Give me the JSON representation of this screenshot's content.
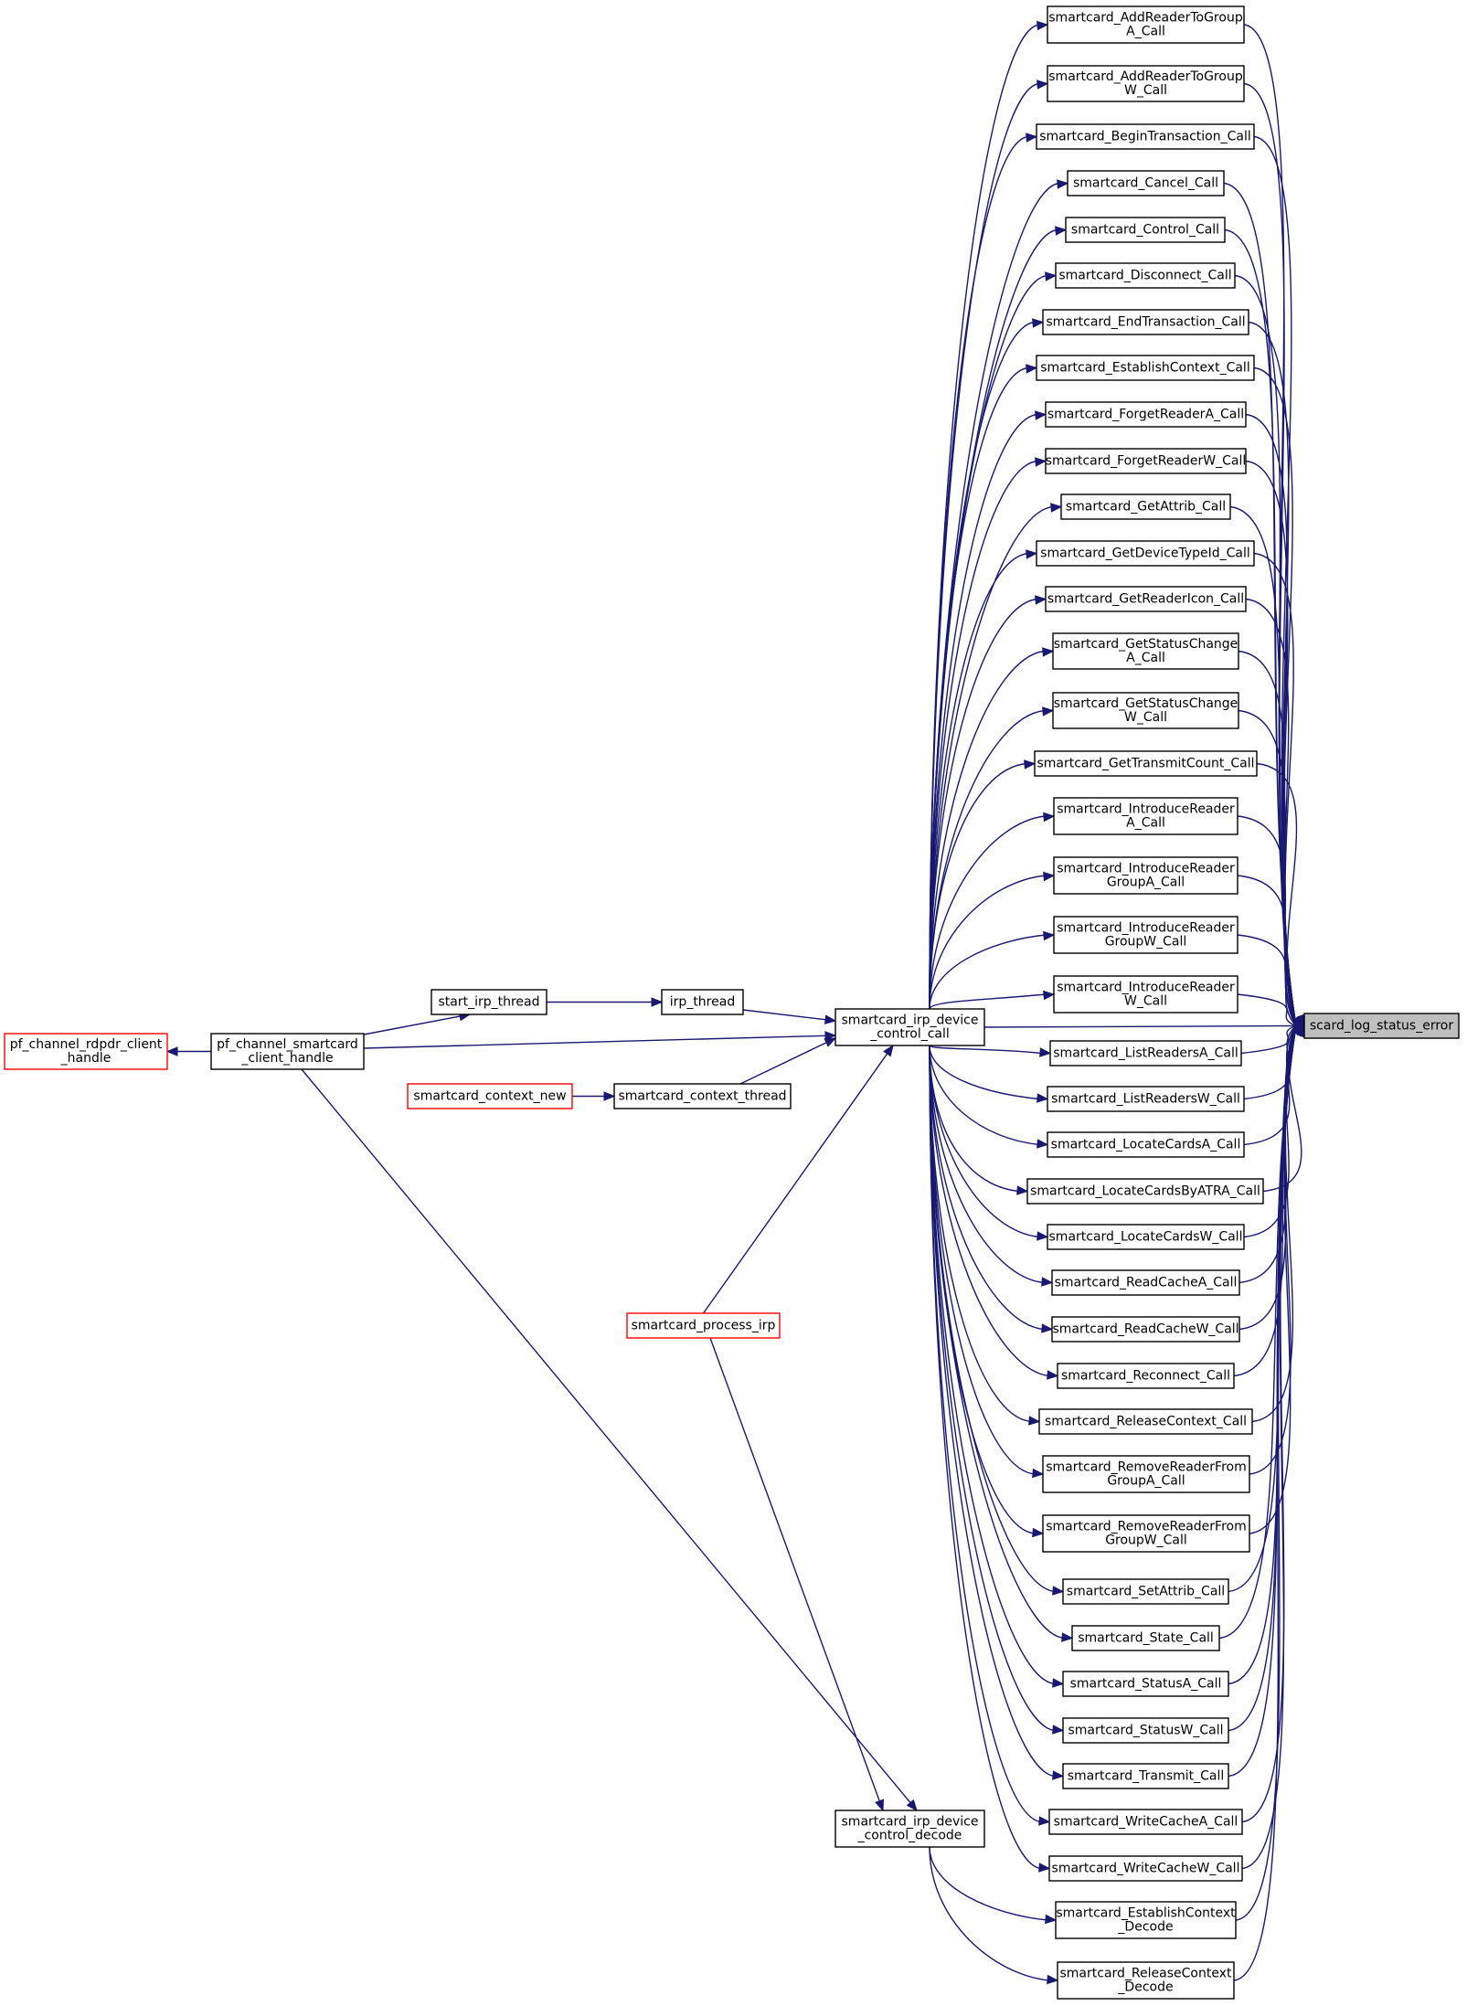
{
  "colors": {
    "edge": "#191970",
    "node_border": "#000000",
    "truncated_border": "#ff0000",
    "target_fill": "#bfbfbf",
    "background": "#ffffff"
  },
  "nodes": [
    {
      "id": "target",
      "lines": [
        "scard_log_status_error"
      ],
      "kind": "target"
    },
    {
      "id": "add_a",
      "lines": [
        "smartcard_AddReaderToGroup",
        "A_Call"
      ],
      "kind": "normal"
    },
    {
      "id": "add_w",
      "lines": [
        "smartcard_AddReaderToGroup",
        "W_Call"
      ],
      "kind": "normal"
    },
    {
      "id": "begin",
      "lines": [
        "smartcard_BeginTransaction_Call"
      ],
      "kind": "normal"
    },
    {
      "id": "cancel",
      "lines": [
        "smartcard_Cancel_Call"
      ],
      "kind": "normal"
    },
    {
      "id": "control",
      "lines": [
        "smartcard_Control_Call"
      ],
      "kind": "normal"
    },
    {
      "id": "disconnect",
      "lines": [
        "smartcard_Disconnect_Call"
      ],
      "kind": "normal"
    },
    {
      "id": "end",
      "lines": [
        "smartcard_EndTransaction_Call"
      ],
      "kind": "normal"
    },
    {
      "id": "establish",
      "lines": [
        "smartcard_EstablishContext_Call"
      ],
      "kind": "normal"
    },
    {
      "id": "forget_a",
      "lines": [
        "smartcard_ForgetReaderA_Call"
      ],
      "kind": "normal"
    },
    {
      "id": "forget_w",
      "lines": [
        "smartcard_ForgetReaderW_Call"
      ],
      "kind": "normal"
    },
    {
      "id": "getattrib",
      "lines": [
        "smartcard_GetAttrib_Call"
      ],
      "kind": "normal"
    },
    {
      "id": "devtype",
      "lines": [
        "smartcard_GetDeviceTypeId_Call"
      ],
      "kind": "normal"
    },
    {
      "id": "readericon",
      "lines": [
        "smartcard_GetReaderIcon_Call"
      ],
      "kind": "normal"
    },
    {
      "id": "gsc_a",
      "lines": [
        "smartcard_GetStatusChange",
        "A_Call"
      ],
      "kind": "normal"
    },
    {
      "id": "gsc_w",
      "lines": [
        "smartcard_GetStatusChange",
        "W_Call"
      ],
      "kind": "normal"
    },
    {
      "id": "transcount",
      "lines": [
        "smartcard_GetTransmitCount_Call"
      ],
      "kind": "normal"
    },
    {
      "id": "intro_a",
      "lines": [
        "smartcard_IntroduceReader",
        "A_Call"
      ],
      "kind": "normal"
    },
    {
      "id": "intro_ga",
      "lines": [
        "smartcard_IntroduceReader",
        "GroupA_Call"
      ],
      "kind": "normal"
    },
    {
      "id": "intro_gw",
      "lines": [
        "smartcard_IntroduceReader",
        "GroupW_Call"
      ],
      "kind": "normal"
    },
    {
      "id": "intro_w",
      "lines": [
        "smartcard_IntroduceReader",
        "W_Call"
      ],
      "kind": "normal"
    },
    {
      "id": "list_a",
      "lines": [
        "smartcard_ListReadersA_Call"
      ],
      "kind": "normal"
    },
    {
      "id": "list_w",
      "lines": [
        "smartcard_ListReadersW_Call"
      ],
      "kind": "normal"
    },
    {
      "id": "locate_a",
      "lines": [
        "smartcard_LocateCardsA_Call"
      ],
      "kind": "normal"
    },
    {
      "id": "locate_atr",
      "lines": [
        "smartcard_LocateCardsByATRA_Call"
      ],
      "kind": "normal"
    },
    {
      "id": "locate_w",
      "lines": [
        "smartcard_LocateCardsW_Call"
      ],
      "kind": "normal"
    },
    {
      "id": "readcache_a",
      "lines": [
        "smartcard_ReadCacheA_Call"
      ],
      "kind": "normal"
    },
    {
      "id": "readcache_w",
      "lines": [
        "smartcard_ReadCacheW_Call"
      ],
      "kind": "normal"
    },
    {
      "id": "reconnect",
      "lines": [
        "smartcard_Reconnect_Call"
      ],
      "kind": "normal"
    },
    {
      "id": "release",
      "lines": [
        "smartcard_ReleaseContext_Call"
      ],
      "kind": "normal"
    },
    {
      "id": "remove_a",
      "lines": [
        "smartcard_RemoveReaderFrom",
        "GroupA_Call"
      ],
      "kind": "normal"
    },
    {
      "id": "remove_w",
      "lines": [
        "smartcard_RemoveReaderFrom",
        "GroupW_Call"
      ],
      "kind": "normal"
    },
    {
      "id": "setattrib",
      "lines": [
        "smartcard_SetAttrib_Call"
      ],
      "kind": "normal"
    },
    {
      "id": "state",
      "lines": [
        "smartcard_State_Call"
      ],
      "kind": "normal"
    },
    {
      "id": "status_a",
      "lines": [
        "smartcard_StatusA_Call"
      ],
      "kind": "normal"
    },
    {
      "id": "status_w",
      "lines": [
        "smartcard_StatusW_Call"
      ],
      "kind": "normal"
    },
    {
      "id": "transmit",
      "lines": [
        "smartcard_Transmit_Call"
      ],
      "kind": "normal"
    },
    {
      "id": "writecache_a",
      "lines": [
        "smartcard_WriteCacheA_Call"
      ],
      "kind": "normal"
    },
    {
      "id": "writecache_w",
      "lines": [
        "smartcard_WriteCacheW_Call"
      ],
      "kind": "normal"
    },
    {
      "id": "estab_decode",
      "lines": [
        "smartcard_EstablishContext",
        "_Decode"
      ],
      "kind": "normal"
    },
    {
      "id": "release_decode",
      "lines": [
        "smartcard_ReleaseContext",
        "_Decode"
      ],
      "kind": "normal"
    },
    {
      "id": "irp_call",
      "lines": [
        "smartcard_irp_device",
        "_control_call"
      ],
      "kind": "normal"
    },
    {
      "id": "irp_decode",
      "lines": [
        "smartcard_irp_device",
        "_control_decode"
      ],
      "kind": "normal"
    },
    {
      "id": "irp_thread",
      "lines": [
        "irp_thread"
      ],
      "kind": "normal"
    },
    {
      "id": "start_irp",
      "lines": [
        "start_irp_thread"
      ],
      "kind": "normal"
    },
    {
      "id": "ctx_thread",
      "lines": [
        "smartcard_context_thread"
      ],
      "kind": "normal"
    },
    {
      "id": "ctx_new",
      "lines": [
        "smartcard_context_new"
      ],
      "kind": "truncated"
    },
    {
      "id": "process_irp",
      "lines": [
        "smartcard_process_irp"
      ],
      "kind": "truncated"
    },
    {
      "id": "pf_sc",
      "lines": [
        "pf_channel_smartcard",
        "_client_handle"
      ],
      "kind": "normal"
    },
    {
      "id": "pf_rdpdr",
      "lines": [
        "pf_channel_rdpdr_client",
        "_handle"
      ],
      "kind": "truncated"
    }
  ],
  "edges": [
    [
      "add_a",
      "target"
    ],
    [
      "add_w",
      "target"
    ],
    [
      "begin",
      "target"
    ],
    [
      "cancel",
      "target"
    ],
    [
      "control",
      "target"
    ],
    [
      "disconnect",
      "target"
    ],
    [
      "end",
      "target"
    ],
    [
      "establish",
      "target"
    ],
    [
      "forget_a",
      "target"
    ],
    [
      "forget_w",
      "target"
    ],
    [
      "getattrib",
      "target"
    ],
    [
      "devtype",
      "target"
    ],
    [
      "readericon",
      "target"
    ],
    [
      "gsc_a",
      "target"
    ],
    [
      "gsc_w",
      "target"
    ],
    [
      "transcount",
      "target"
    ],
    [
      "intro_a",
      "target"
    ],
    [
      "intro_ga",
      "target"
    ],
    [
      "intro_gw",
      "target"
    ],
    [
      "intro_w",
      "target"
    ],
    [
      "list_a",
      "target"
    ],
    [
      "list_w",
      "target"
    ],
    [
      "locate_a",
      "target"
    ],
    [
      "locate_atr",
      "target"
    ],
    [
      "locate_w",
      "target"
    ],
    [
      "readcache_a",
      "target"
    ],
    [
      "readcache_w",
      "target"
    ],
    [
      "reconnect",
      "target"
    ],
    [
      "release",
      "target"
    ],
    [
      "remove_a",
      "target"
    ],
    [
      "remove_w",
      "target"
    ],
    [
      "setattrib",
      "target"
    ],
    [
      "state",
      "target"
    ],
    [
      "status_a",
      "target"
    ],
    [
      "status_w",
      "target"
    ],
    [
      "transmit",
      "target"
    ],
    [
      "writecache_a",
      "target"
    ],
    [
      "writecache_w",
      "target"
    ],
    [
      "estab_decode",
      "target"
    ],
    [
      "release_decode",
      "target"
    ],
    [
      "irp_call",
      "target"
    ],
    [
      "irp_call",
      "add_a"
    ],
    [
      "irp_call",
      "add_w"
    ],
    [
      "irp_call",
      "begin"
    ],
    [
      "irp_call",
      "cancel"
    ],
    [
      "irp_call",
      "control"
    ],
    [
      "irp_call",
      "disconnect"
    ],
    [
      "irp_call",
      "end"
    ],
    [
      "irp_call",
      "establish"
    ],
    [
      "irp_call",
      "forget_a"
    ],
    [
      "irp_call",
      "forget_w"
    ],
    [
      "irp_call",
      "getattrib"
    ],
    [
      "irp_call",
      "devtype"
    ],
    [
      "irp_call",
      "readericon"
    ],
    [
      "irp_call",
      "gsc_a"
    ],
    [
      "irp_call",
      "gsc_w"
    ],
    [
      "irp_call",
      "transcount"
    ],
    [
      "irp_call",
      "intro_a"
    ],
    [
      "irp_call",
      "intro_ga"
    ],
    [
      "irp_call",
      "intro_gw"
    ],
    [
      "irp_call",
      "intro_w"
    ],
    [
      "irp_call",
      "list_a"
    ],
    [
      "irp_call",
      "list_w"
    ],
    [
      "irp_call",
      "locate_a"
    ],
    [
      "irp_call",
      "locate_atr"
    ],
    [
      "irp_call",
      "locate_w"
    ],
    [
      "irp_call",
      "readcache_a"
    ],
    [
      "irp_call",
      "readcache_w"
    ],
    [
      "irp_call",
      "reconnect"
    ],
    [
      "irp_call",
      "release"
    ],
    [
      "irp_call",
      "remove_a"
    ],
    [
      "irp_call",
      "remove_w"
    ],
    [
      "irp_call",
      "setattrib"
    ],
    [
      "irp_call",
      "state"
    ],
    [
      "irp_call",
      "status_a"
    ],
    [
      "irp_call",
      "status_w"
    ],
    [
      "irp_call",
      "transmit"
    ],
    [
      "irp_call",
      "writecache_a"
    ],
    [
      "irp_call",
      "writecache_w"
    ],
    [
      "irp_decode",
      "estab_decode"
    ],
    [
      "irp_decode",
      "release_decode"
    ],
    [
      "irp_thread",
      "irp_call"
    ],
    [
      "start_irp",
      "irp_thread"
    ],
    [
      "pf_sc",
      "start_irp"
    ],
    [
      "pf_sc",
      "irp_call"
    ],
    [
      "ctx_thread",
      "irp_call"
    ],
    [
      "ctx_new",
      "ctx_thread"
    ],
    [
      "process_irp",
      "irp_call"
    ],
    [
      "process_irp",
      "irp_decode"
    ],
    [
      "pf_sc",
      "irp_decode"
    ],
    [
      "pf_sc",
      "pf_rdpdr"
    ]
  ]
}
